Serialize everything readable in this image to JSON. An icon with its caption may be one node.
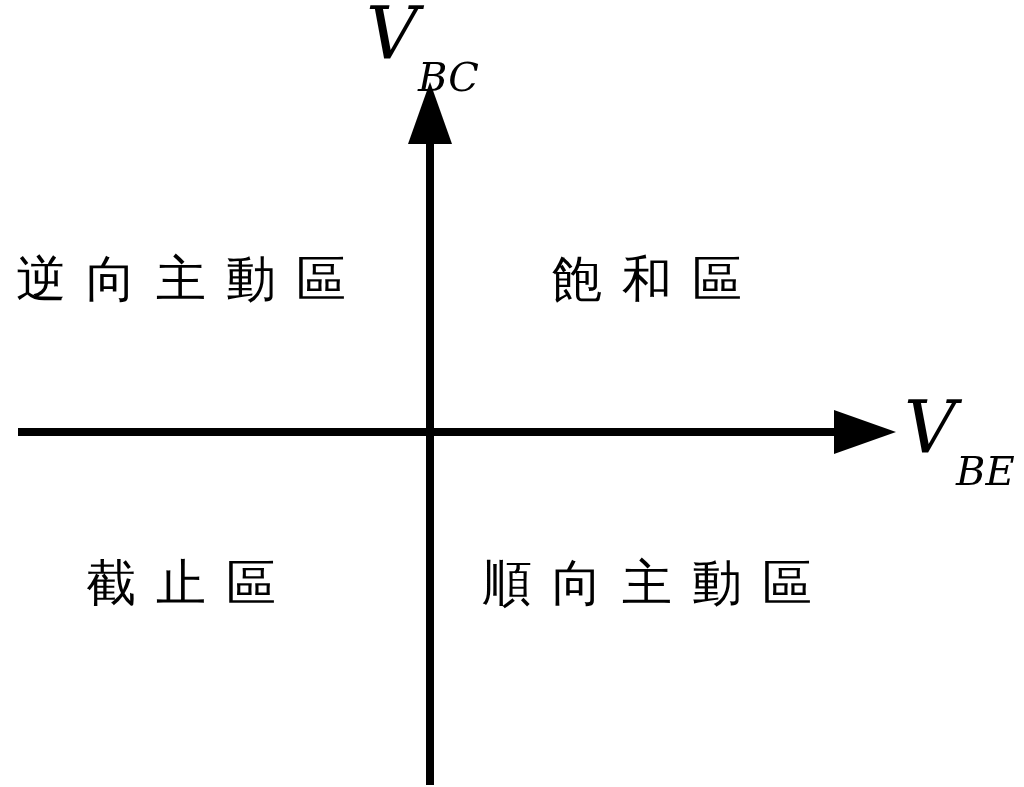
{
  "diagram": {
    "labels": [
      "V$_{BC}$",
      "逆向主動區",
      "飽和區",
      "V$_{BE}$",
      "截止區",
      "順向主動區"
    ]
  }
}
